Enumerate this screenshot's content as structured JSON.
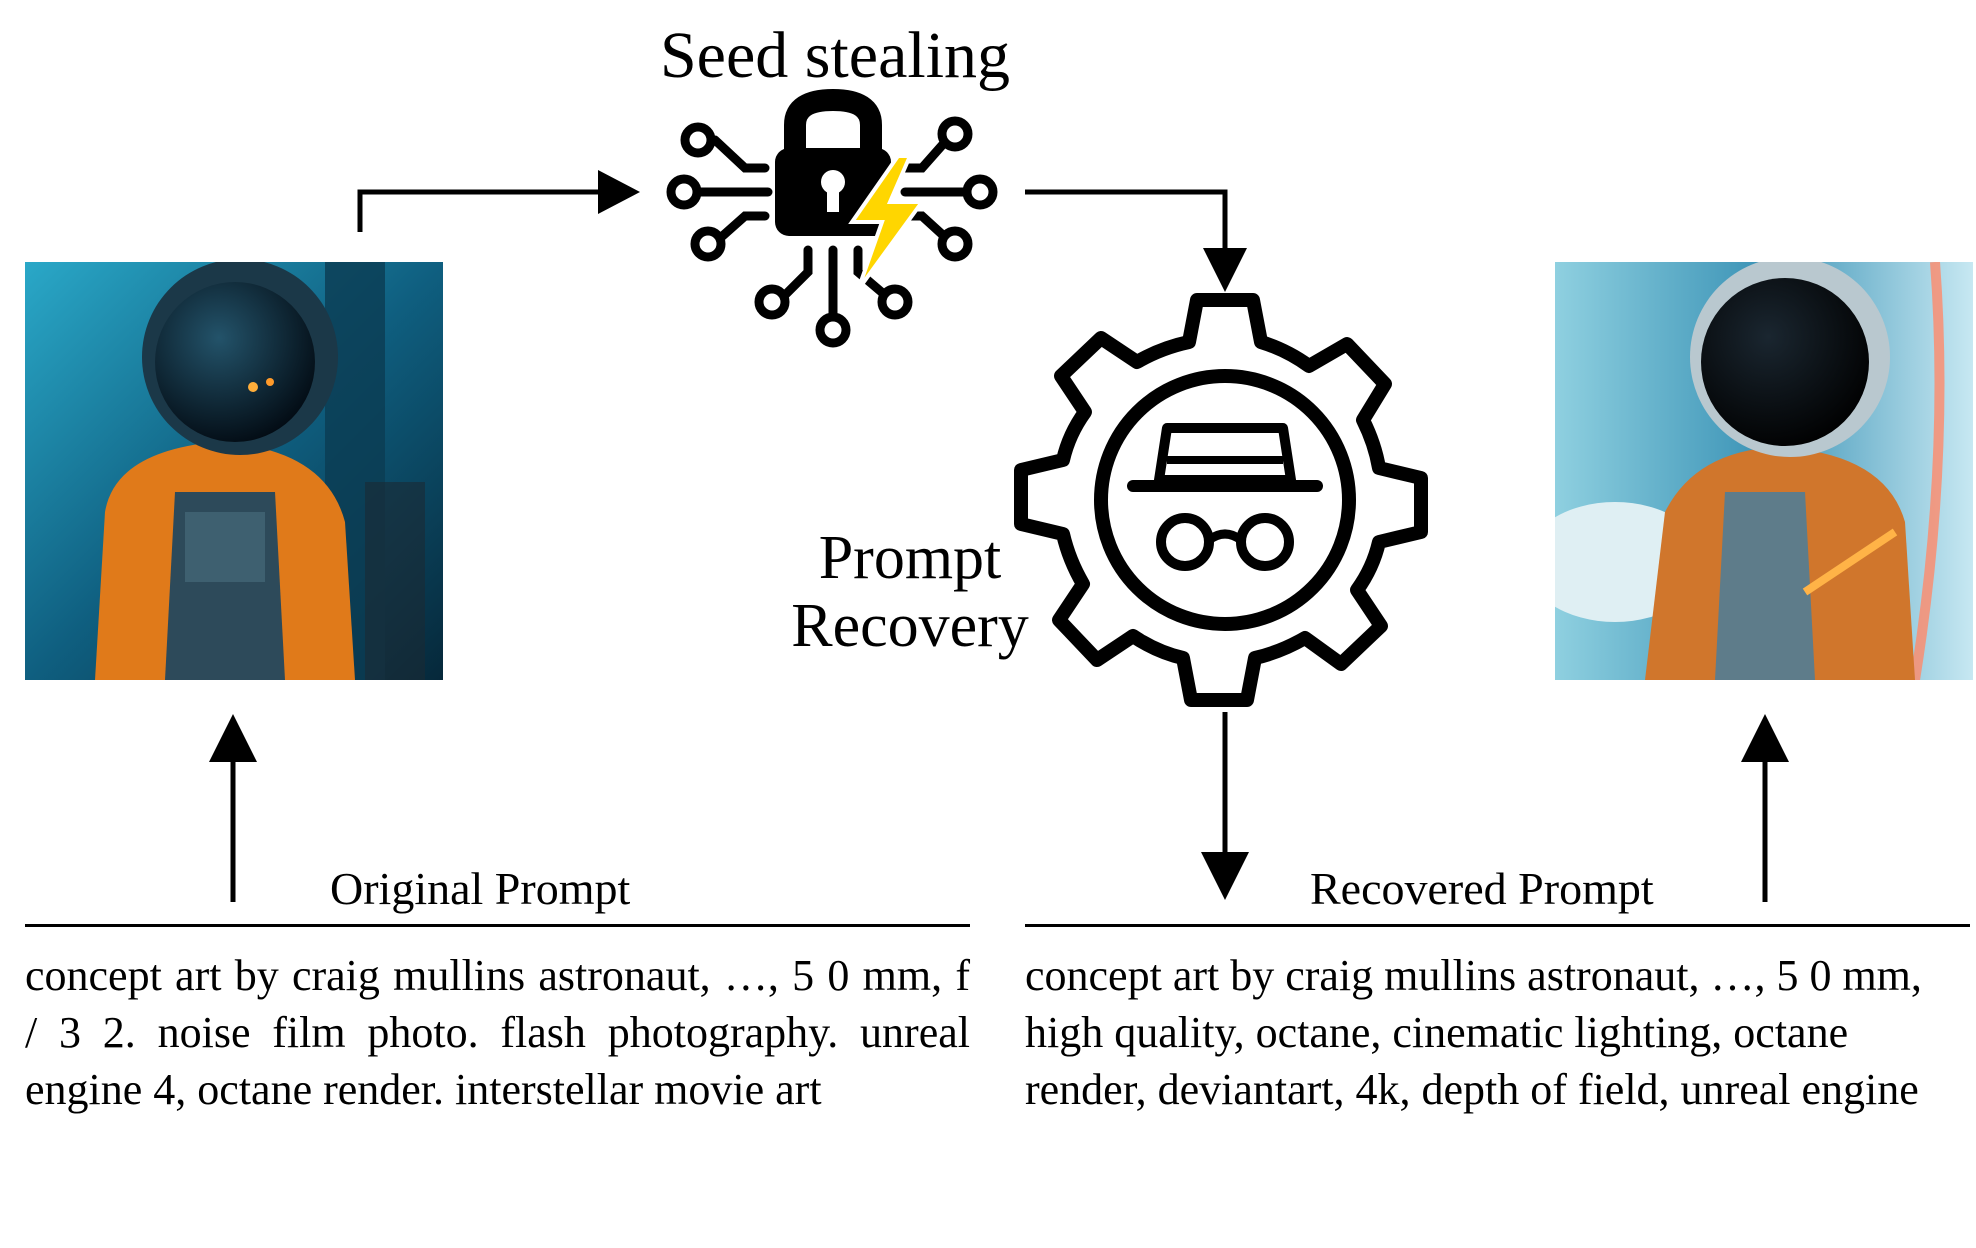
{
  "title_seed": "Seed stealing",
  "title_recovery_line1": "Prompt",
  "title_recovery_line2": "Recovery",
  "original": {
    "title": "Original Prompt",
    "text": "concept art by craig mullins astronaut, …, 5 0 mm, f / 3 2. noise film photo. flash photography. unreal engine 4, octane render. interstellar movie art"
  },
  "recovered": {
    "title": "Recovered Prompt",
    "text": "concept art by craig mullins astronaut, …, 5 0 mm, high quality, octane, cinematic lighting, octane render, deviantart, 4k, depth of field, unreal engine"
  },
  "icons": {
    "seed": "lock-circuit-lightning-icon",
    "recovery": "gear-incognito-icon"
  },
  "colors": {
    "lightning": "#FFD600",
    "arrow": "#000000",
    "suit_orange": "#E07A1A",
    "background_teal": "#1E7FA6"
  }
}
